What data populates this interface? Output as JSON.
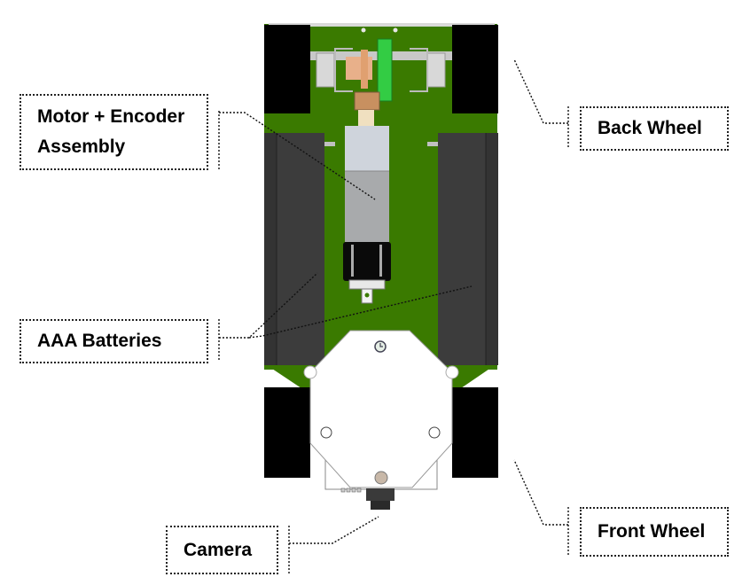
{
  "diagram": {
    "title": "Robot top-view component diagram",
    "colors": {
      "chassis": "#3a7a00",
      "wheel": "#000000",
      "battery": "#3c3c3c",
      "gear": "#33cc44",
      "pinion": "#c89060",
      "motor_body": "#b8bcc2",
      "encoder": "#0a0a0a",
      "camera_mount": "#ffffff"
    },
    "labels": {
      "motor_encoder": {
        "line1": "Motor + Encoder",
        "line2": "Assembly"
      },
      "back_wheel": "Back Wheel",
      "aaa_batteries": "AAA Batteries",
      "front_wheel": "Front Wheel",
      "camera": "Camera"
    }
  }
}
